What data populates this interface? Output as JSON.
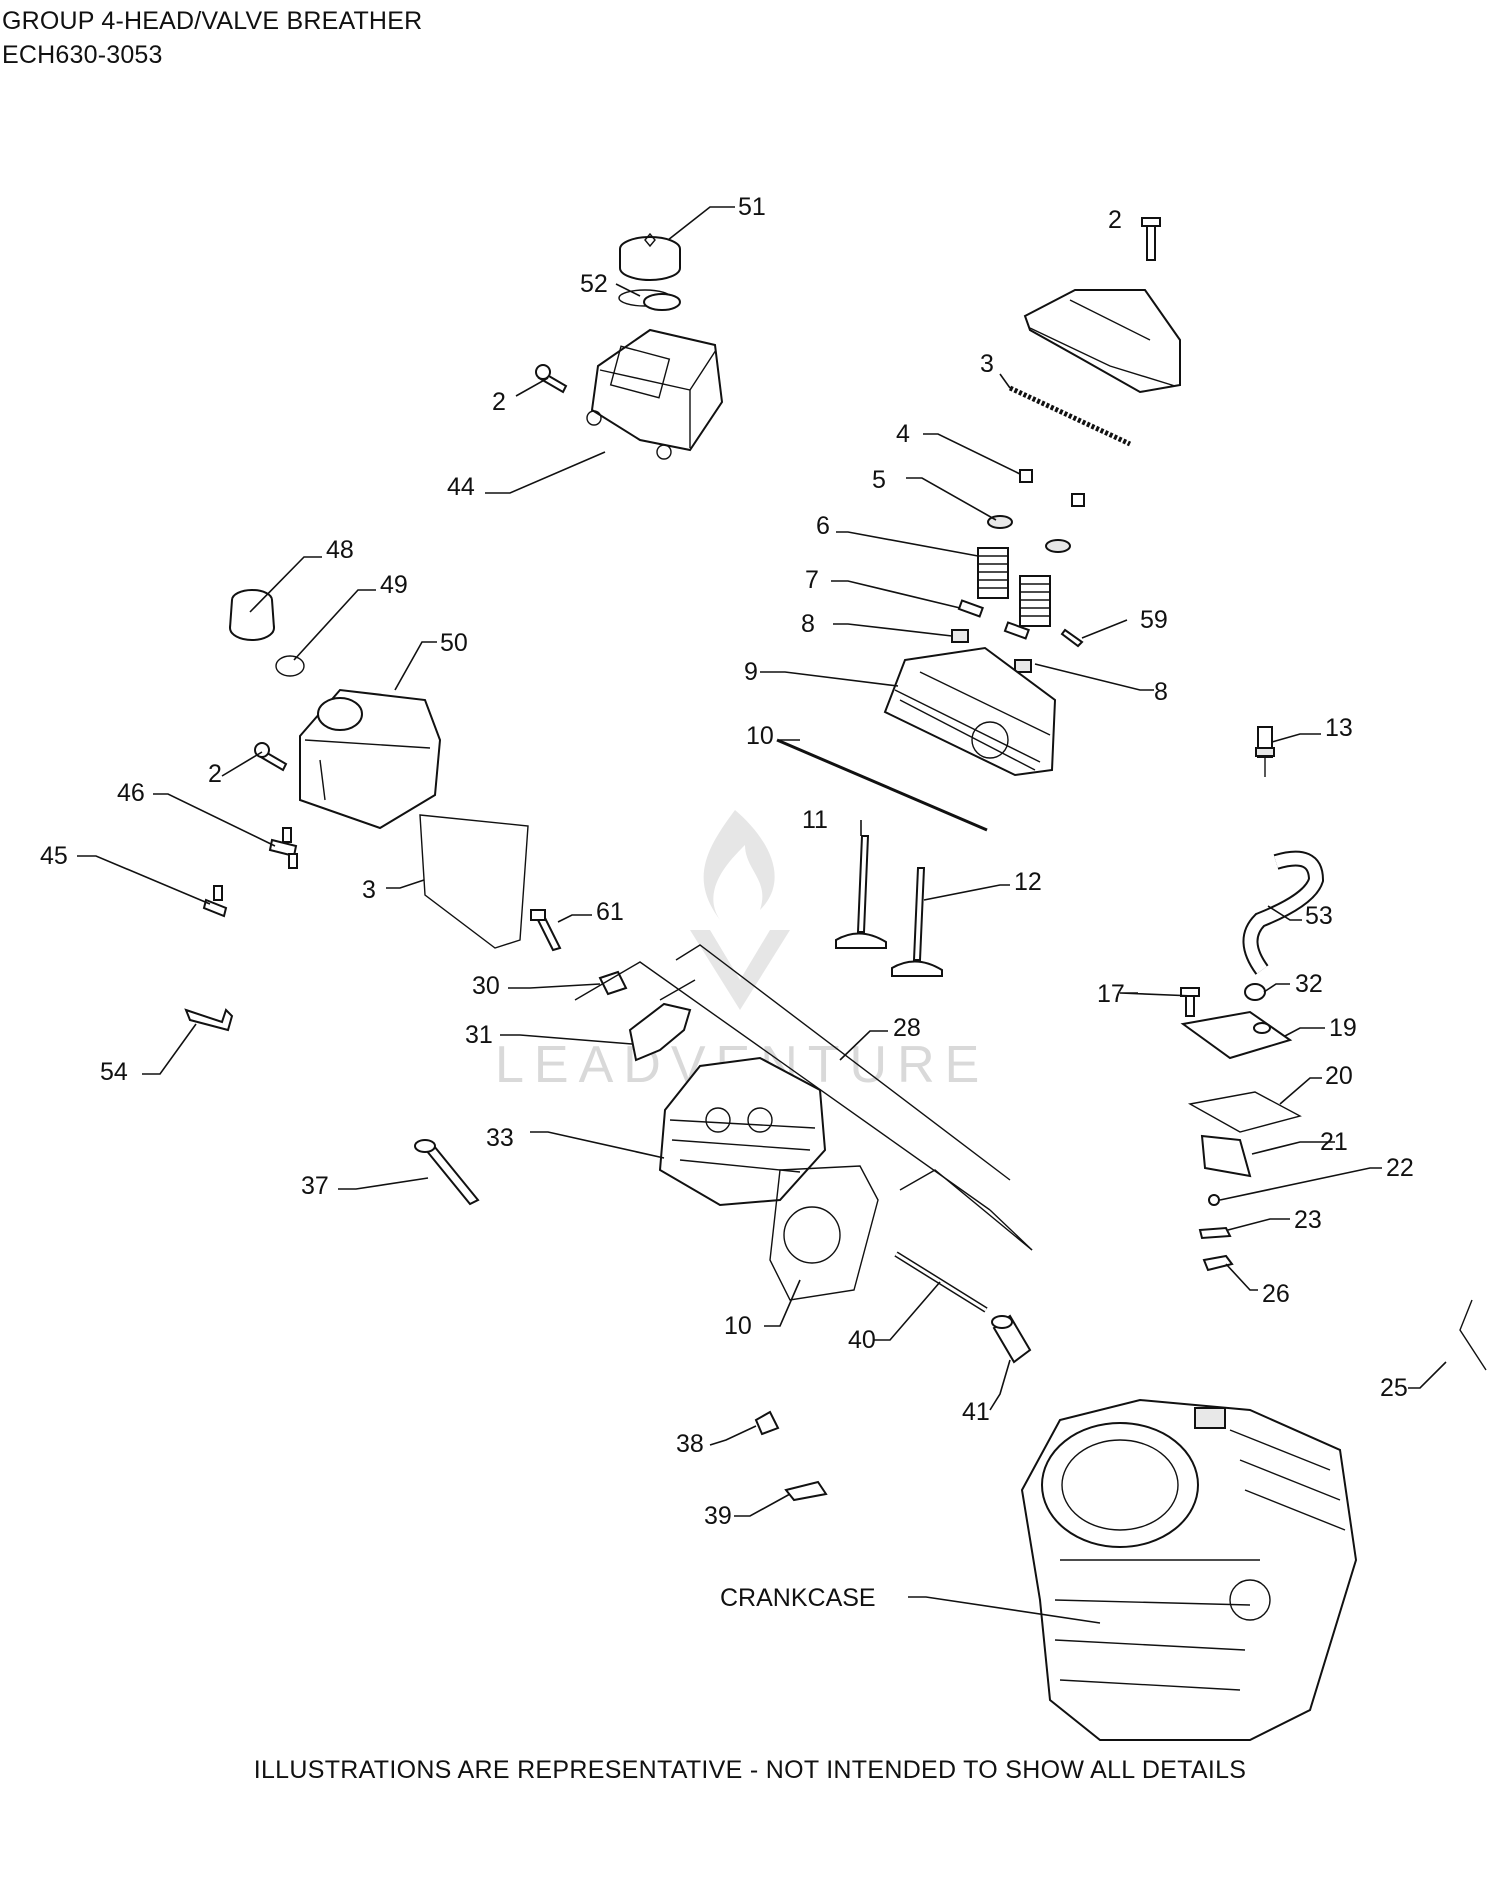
{
  "header": {
    "group_title": "GROUP 4-HEAD/VALVE BREATHER",
    "model": "ECH630-3053"
  },
  "footer": {
    "disclaimer": "ILLUSTRATIONS ARE REPRESENTATIVE - NOT INTENDED TO SHOW ALL DETAILS"
  },
  "watermark": {
    "text": "LEADVENTURE"
  },
  "callouts": {
    "c51": "51",
    "c52": "52",
    "c2a": "2",
    "c44": "44",
    "c2b": "2",
    "c3a": "3",
    "c4": "4",
    "c5": "5",
    "c6": "6",
    "c7": "7",
    "c8a": "8",
    "c59": "59",
    "c9": "9",
    "c8b": "8",
    "c10a": "10",
    "c48": "48",
    "c49": "49",
    "c50": "50",
    "c2c": "2",
    "c46": "46",
    "c45": "45",
    "c3b": "3",
    "c11": "11",
    "c12": "12",
    "c13": "13",
    "c61": "61",
    "c53": "53",
    "c30": "30",
    "c31": "31",
    "c28": "28",
    "c17": "17",
    "c32": "32",
    "c19": "19",
    "c20": "20",
    "c21": "21",
    "c22": "22",
    "c23": "23",
    "c26": "26",
    "c54": "54",
    "c33": "33",
    "c37": "37",
    "c10b": "10",
    "c40": "40",
    "c41": "41",
    "c25": "25",
    "c38": "38",
    "c39": "39",
    "crankcase": "CRANKCASE"
  }
}
